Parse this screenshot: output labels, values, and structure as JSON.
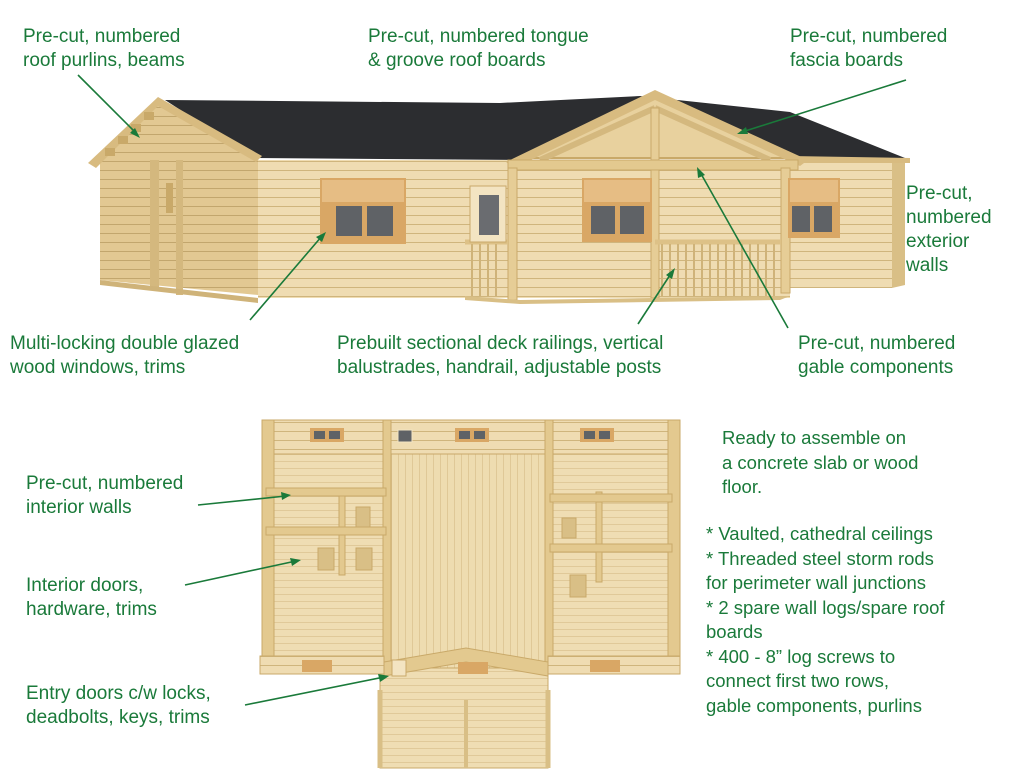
{
  "colors": {
    "label": "#1a7a3a",
    "wood_light": "#efdcb2",
    "wood_mid": "#e3c98f",
    "wood_dark": "#c9a969",
    "roof": "#2c2d30",
    "window_frame": "#d9a765",
    "glass": "#5f6266",
    "floor": "#ecd8aa"
  },
  "labels": {
    "purlins": [
      "Pre-cut, numbered",
      "roof purlins, beams"
    ],
    "tongue": [
      "Pre-cut, numbered tongue",
      "& groove roof boards"
    ],
    "fascia": [
      "Pre-cut, numbered",
      "fascia boards"
    ],
    "exterior": [
      "Pre-cut,",
      "numbered",
      "exterior",
      "walls"
    ],
    "windows": [
      "Multi-locking double glazed",
      "wood windows, trims"
    ],
    "railings": [
      "Prebuilt sectional deck railings, vertical",
      "balustrades, handrail, adjustable posts"
    ],
    "gable": [
      "Pre-cut, numbered",
      "gable components"
    ],
    "interior_walls": [
      "Pre-cut, numbered",
      "interior walls"
    ],
    "interior_doors": [
      "Interior doors,",
      "hardware, trims"
    ],
    "entry_doors": [
      "Entry doors c/w locks,",
      "deadbolts, keys, trims"
    ]
  },
  "notes": {
    "intro": [
      "Ready to assemble on",
      "a concrete slab or wood",
      "floor."
    ],
    "bullets": [
      [
        "* Vaulted, cathedral ceilings"
      ],
      [
        "* Threaded steel storm rods",
        "for perimeter wall junctions"
      ],
      [
        "* 2 spare wall logs/spare roof",
        "boards"
      ],
      [
        "* 400 - 8” log screws to",
        "connect first two rows,",
        "gable components, purlins"
      ]
    ]
  }
}
